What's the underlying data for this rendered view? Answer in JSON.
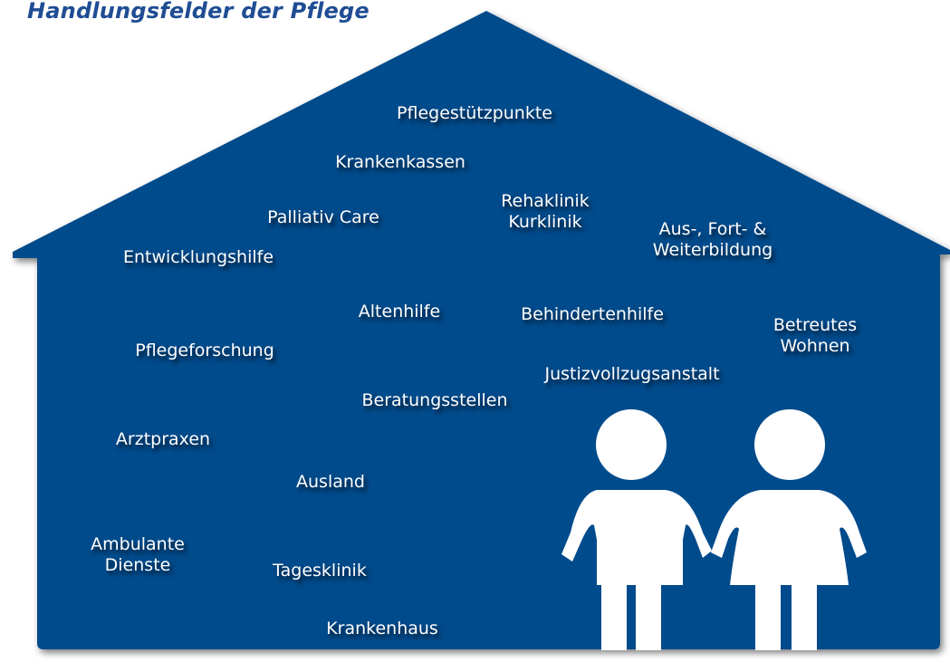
{
  "title": "Handlungsfelder der Pflege",
  "colors": {
    "house_fill": "#024b8c",
    "title_color": "#1f4d94",
    "label_color": "#ffffff",
    "figures_color": "#ffffff"
  },
  "fields": [
    "Pflegestützpunkte",
    "Krankenkassen",
    "Rehaklinik\nKurklinik",
    "Palliativ Care",
    "Aus-, Fort- &\nWeiterbildung",
    "Entwicklungshilfe",
    "Altenhilfe",
    "Behindertenhilfe",
    "Betreutes Wohnen",
    "Pflegeforschung",
    "Justizvollzugsanstalt",
    "Beratungsstellen",
    "Arztpraxen",
    "Ausland",
    "Ambulante\nDienste",
    "Tagesklinik",
    "Krankenhaus"
  ],
  "icons": [
    "man-figure-icon",
    "woman-figure-icon"
  ]
}
